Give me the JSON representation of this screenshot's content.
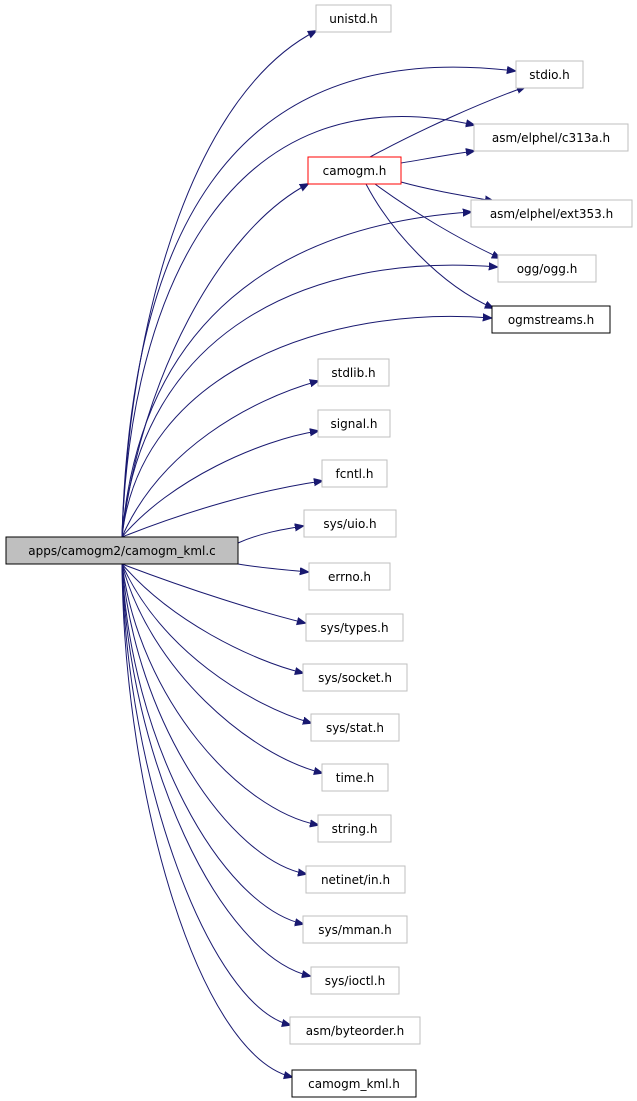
{
  "root": "apps/camogm2/camogm_kml.c",
  "nodes": [
    {
      "id": "unistd",
      "label": "unistd.h",
      "style": "gray"
    },
    {
      "id": "stdio",
      "label": "stdio.h",
      "style": "gray"
    },
    {
      "id": "c313a",
      "label": "asm/elphel/c313a.h",
      "style": "gray"
    },
    {
      "id": "camogm",
      "label": "camogm.h",
      "style": "red"
    },
    {
      "id": "ext353",
      "label": "asm/elphel/ext353.h",
      "style": "gray"
    },
    {
      "id": "ogg",
      "label": "ogg/ogg.h",
      "style": "gray"
    },
    {
      "id": "ogmstreams",
      "label": "ogmstreams.h",
      "style": "black"
    },
    {
      "id": "stdlib",
      "label": "stdlib.h",
      "style": "gray"
    },
    {
      "id": "signal",
      "label": "signal.h",
      "style": "gray"
    },
    {
      "id": "fcntl",
      "label": "fcntl.h",
      "style": "gray"
    },
    {
      "id": "sysuio",
      "label": "sys/uio.h",
      "style": "gray"
    },
    {
      "id": "errno",
      "label": "errno.h",
      "style": "gray"
    },
    {
      "id": "systypes",
      "label": "sys/types.h",
      "style": "gray"
    },
    {
      "id": "syssocket",
      "label": "sys/socket.h",
      "style": "gray"
    },
    {
      "id": "sysstat",
      "label": "sys/stat.h",
      "style": "gray"
    },
    {
      "id": "time",
      "label": "time.h",
      "style": "gray"
    },
    {
      "id": "string",
      "label": "string.h",
      "style": "gray"
    },
    {
      "id": "netinet",
      "label": "netinet/in.h",
      "style": "gray"
    },
    {
      "id": "sysmman",
      "label": "sys/mman.h",
      "style": "gray"
    },
    {
      "id": "sysioctl",
      "label": "sys/ioctl.h",
      "style": "gray"
    },
    {
      "id": "byteorder",
      "label": "asm/byteorder.h",
      "style": "gray"
    },
    {
      "id": "camogmkml",
      "label": "camogm_kml.h",
      "style": "black"
    }
  ],
  "edges": [
    {
      "from": "root",
      "to": "unistd"
    },
    {
      "from": "root",
      "to": "stdio"
    },
    {
      "from": "root",
      "to": "c313a"
    },
    {
      "from": "root",
      "to": "camogm"
    },
    {
      "from": "root",
      "to": "ext353"
    },
    {
      "from": "root",
      "to": "ogg"
    },
    {
      "from": "root",
      "to": "ogmstreams"
    },
    {
      "from": "root",
      "to": "stdlib"
    },
    {
      "from": "root",
      "to": "signal"
    },
    {
      "from": "root",
      "to": "fcntl"
    },
    {
      "from": "root",
      "to": "sysuio"
    },
    {
      "from": "root",
      "to": "errno"
    },
    {
      "from": "root",
      "to": "systypes"
    },
    {
      "from": "root",
      "to": "syssocket"
    },
    {
      "from": "root",
      "to": "sysstat"
    },
    {
      "from": "root",
      "to": "time"
    },
    {
      "from": "root",
      "to": "string"
    },
    {
      "from": "root",
      "to": "netinet"
    },
    {
      "from": "root",
      "to": "sysmman"
    },
    {
      "from": "root",
      "to": "sysioctl"
    },
    {
      "from": "root",
      "to": "byteorder"
    },
    {
      "from": "root",
      "to": "camogmkml"
    },
    {
      "from": "camogm",
      "to": "stdio"
    },
    {
      "from": "camogm",
      "to": "c313a"
    },
    {
      "from": "camogm",
      "to": "ext353"
    },
    {
      "from": "camogm",
      "to": "ogg"
    },
    {
      "from": "camogm",
      "to": "ogmstreams"
    }
  ]
}
